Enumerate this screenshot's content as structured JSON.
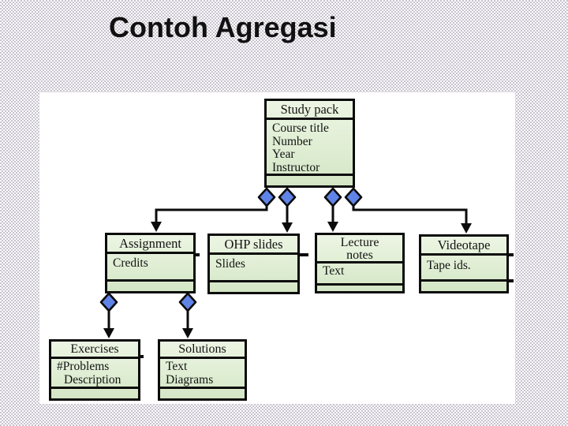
{
  "slide": {
    "title": "Contoh Agregasi"
  },
  "colors": {
    "box_fill": "#e4f0d8",
    "box_border": "#0b0b0b",
    "aggregation_diamond": "#5f83e6",
    "background_checker": "#c7c3ce",
    "panel": "#ffffff",
    "title_text": "#111111"
  },
  "diagram": {
    "type": "uml-class-aggregation",
    "classes": [
      {
        "name": "Study pack",
        "attributes": [
          "Course title",
          "Number",
          "Year",
          "Instructor"
        ]
      },
      {
        "name": "Assignment",
        "attributes": [
          "Credits"
        ]
      },
      {
        "name": "OHP slides",
        "attributes": [
          "Slides"
        ]
      },
      {
        "name": "Lecture notes",
        "attributes": [
          "Text"
        ]
      },
      {
        "name": "Videotape",
        "attributes": [
          "Tape ids."
        ]
      },
      {
        "name": "Exercises",
        "attributes": [
          "#Problems",
          "Description"
        ]
      },
      {
        "name": "Solutions",
        "attributes": [
          "Text",
          "Diagrams"
        ]
      }
    ],
    "relations": [
      {
        "type": "aggregation",
        "parent": "Study pack",
        "child": "Assignment"
      },
      {
        "type": "aggregation",
        "parent": "Study pack",
        "child": "OHP slides"
      },
      {
        "type": "aggregation",
        "parent": "Study pack",
        "child": "Lecture notes"
      },
      {
        "type": "aggregation",
        "parent": "Study pack",
        "child": "Videotape"
      },
      {
        "type": "aggregation",
        "parent": "Assignment",
        "child": "Exercises"
      },
      {
        "type": "aggregation",
        "parent": "Assignment",
        "child": "Solutions"
      }
    ]
  }
}
